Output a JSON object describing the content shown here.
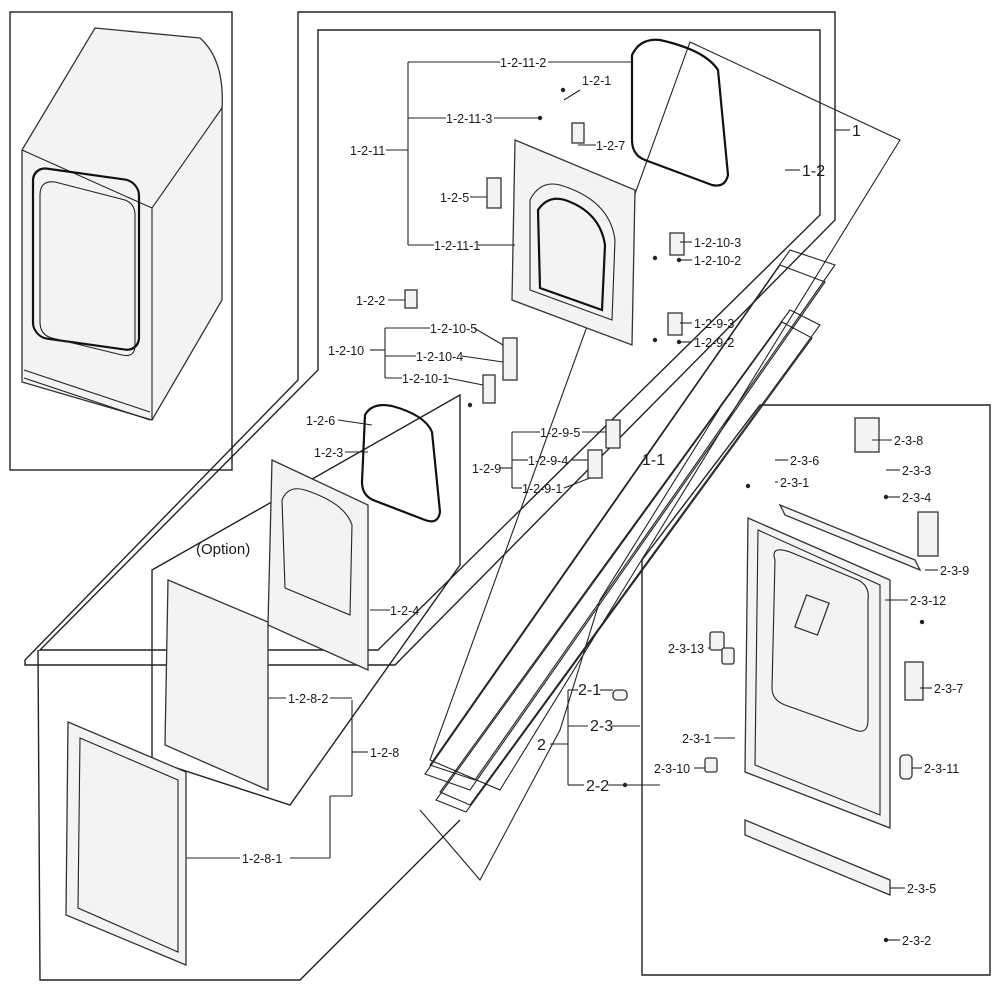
{
  "diagram": {
    "option_label": "(Option)",
    "labels": {
      "p1": "1",
      "p1_1": "1-1",
      "p1_2": "1-2",
      "p1_2_1": "1-2-1",
      "p1_2_2": "1-2-2",
      "p1_2_3": "1-2-3",
      "p1_2_4": "1-2-4",
      "p1_2_5": "1-2-5",
      "p1_2_6": "1-2-6",
      "p1_2_7": "1-2-7",
      "p1_2_8": "1-2-8",
      "p1_2_8_1": "1-2-8-1",
      "p1_2_8_2": "1-2-8-2",
      "p1_2_9": "1-2-9",
      "p1_2_9_1": "1-2-9-1",
      "p1_2_9_2": "1-2-9-2",
      "p1_2_9_3": "1-2-9-3",
      "p1_2_9_4": "1-2-9-4",
      "p1_2_9_5": "1-2-9-5",
      "p1_2_10": "1-2-10",
      "p1_2_10_1": "1-2-10-1",
      "p1_2_10_2": "1-2-10-2",
      "p1_2_10_3": "1-2-10-3",
      "p1_2_10_4": "1-2-10-4",
      "p1_2_10_5": "1-2-10-5",
      "p1_2_11": "1-2-11",
      "p1_2_11_1": "1-2-11-1",
      "p1_2_11_2": "1-2-11-2",
      "p1_2_11_3": "1-2-11-3",
      "p2": "2",
      "p2_1": "2-1",
      "p2_2": "2-2",
      "p2_3": "2-3",
      "p2_3_1a": "2-3-1",
      "p2_3_1b": "2-3-1",
      "p2_3_2": "2-3-2",
      "p2_3_3": "2-3-3",
      "p2_3_4": "2-3-4",
      "p2_3_5": "2-3-5",
      "p2_3_6": "2-3-6",
      "p2_3_7": "2-3-7",
      "p2_3_8": "2-3-8",
      "p2_3_9": "2-3-9",
      "p2_3_10": "2-3-10",
      "p2_3_11": "2-3-11",
      "p2_3_12": "2-3-12",
      "p2_3_13": "2-3-13"
    }
  }
}
